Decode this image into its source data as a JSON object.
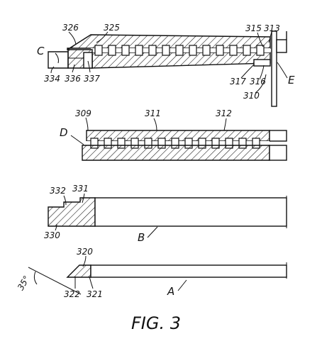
{
  "figure": {
    "caption": "FIG. 3"
  },
  "labels": {
    "l326": "326",
    "l325": "325",
    "l315": "315",
    "l313": "313",
    "lC": "C",
    "l334": "334",
    "l336": "336",
    "l337": "337",
    "l317": "317",
    "l316": "316",
    "l310": "310",
    "lE": "E",
    "l309": "309",
    "l311": "311",
    "l312": "312",
    "lD": "D",
    "l332": "332",
    "l331": "331",
    "l330": "330",
    "lB": "B",
    "l320": "320",
    "l35": "35°",
    "l322": "322",
    "l321": "321",
    "lA": "A"
  }
}
